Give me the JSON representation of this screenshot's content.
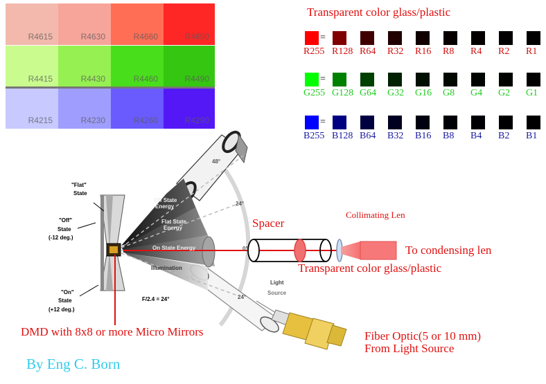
{
  "swatch_rows": [
    {
      "row": "red",
      "cells": [
        {
          "label": "R4615",
          "color": "#f3b9ad"
        },
        {
          "label": "R4630",
          "color": "#f7a59a"
        },
        {
          "label": "R4660",
          "color": "#ff6e55"
        },
        {
          "label": "R4690",
          "color": "#ff2626"
        }
      ]
    },
    {
      "row": "green",
      "cells": [
        {
          "label": "R4415",
          "color": "#c9fb8e"
        },
        {
          "label": "R4430",
          "color": "#96f052"
        },
        {
          "label": "R4460",
          "color": "#49de1c"
        },
        {
          "label": "R4490",
          "color": "#35c612"
        }
      ]
    },
    {
      "row": "blue",
      "cells": [
        {
          "label": "R4215",
          "color": "#c7c9ff"
        },
        {
          "label": "R4230",
          "color": "#9f9eff"
        },
        {
          "label": "R4260",
          "color": "#6a5bff"
        },
        {
          "label": "R4290",
          "color": "#5418f7"
        }
      ]
    }
  ],
  "transparent_title": "Transparent color glass/plastic",
  "equals_sign": "=",
  "channel_rows": [
    {
      "channel": "red",
      "label_color": "#d01010",
      "chips": [
        {
          "label": "R255",
          "color": "#ff0000"
        },
        {
          "label": "R128",
          "color": "#800000"
        },
        {
          "label": "R64",
          "color": "#400000"
        },
        {
          "label": "R32",
          "color": "#200000"
        },
        {
          "label": "R16",
          "color": "#100000"
        },
        {
          "label": "R8",
          "color": "#080000"
        },
        {
          "label": "R4",
          "color": "#040000"
        },
        {
          "label": "R2",
          "color": "#020000"
        },
        {
          "label": "R1",
          "color": "#010000"
        }
      ]
    },
    {
      "channel": "green",
      "label_color": "#22cc22",
      "chips": [
        {
          "label": "G255",
          "color": "#00ff00"
        },
        {
          "label": "G128",
          "color": "#008000"
        },
        {
          "label": "G64",
          "color": "#004000"
        },
        {
          "label": "G32",
          "color": "#002000"
        },
        {
          "label": "G16",
          "color": "#001000"
        },
        {
          "label": "G8",
          "color": "#000800"
        },
        {
          "label": "G4",
          "color": "#000400"
        },
        {
          "label": "G2",
          "color": "#000200"
        },
        {
          "label": "G1",
          "color": "#000100"
        }
      ]
    },
    {
      "channel": "blue",
      "label_color": "#1a1aa0",
      "chips": [
        {
          "label": "B255",
          "color": "#0000ff"
        },
        {
          "label": "B128",
          "color": "#000080"
        },
        {
          "label": "B64",
          "color": "#000040"
        },
        {
          "label": "B32",
          "color": "#000020"
        },
        {
          "label": "B16",
          "color": "#000010"
        },
        {
          "label": "B8",
          "color": "#000008"
        },
        {
          "label": "B4",
          "color": "#000004"
        },
        {
          "label": "B2",
          "color": "#000002"
        },
        {
          "label": "B1",
          "color": "#000001"
        }
      ]
    }
  ],
  "dmd_diagram": {
    "flat_state": "\"Flat\"",
    "flat_state_2": "State",
    "off_state": "\"Off\"",
    "off_state_2": "State",
    "off_state_3": "(-12 deg.)",
    "on_state": "\"On\"",
    "on_state_2": "State",
    "on_state_3": "(+12 deg.)",
    "cone_off_1": "Off State",
    "cone_off_2": "Energy",
    "cone_flat_1": "Flat State",
    "cone_flat_2": "Energy",
    "cone_on": "On State Energy",
    "illumination": "Illumination",
    "f_number": "F/2.4 = 24°",
    "angle_48": "48°",
    "angle_24_top": "24°",
    "angle_0": "0°",
    "angle_24_bottom": "24°",
    "light_1": "Light",
    "light_2": "Source"
  },
  "annotations": {
    "spacer": "Spacer",
    "collimating_len": "Collimating Len",
    "to_condensing_len": "To condensing len",
    "transparent_glass": "Transparent color glass/plastic",
    "dmd_caption": "DMD with 8x8 or more Micro Mirrors",
    "fiber_1": "Fiber Optic(5 or 10 mm)",
    "fiber_2": "From Light Source",
    "author": "By Eng C. Born"
  },
  "colors": {
    "annotation_red": "#e01010",
    "author_cyan": "#33ccee",
    "beam_pink": "#f77878"
  }
}
